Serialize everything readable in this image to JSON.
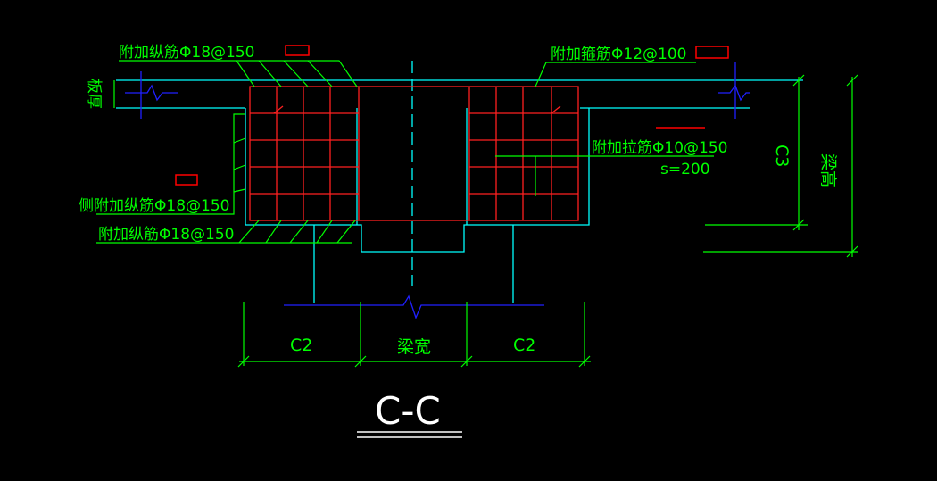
{
  "colors": {
    "background": "#000000",
    "rebar": "#ff2020",
    "outline": "#00ffff",
    "dimension": "#00ff00",
    "break_line": "#2020ff",
    "title": "#ffffff",
    "marker": "#ff0000"
  },
  "labels": {
    "top_left_rebar": "附加纵筋Φ18@150",
    "top_right_stirrup": "附加箍筋Φ12@100",
    "tie_bar": "附加拉筋Φ10@150",
    "tie_spacing": "s=200",
    "side_rebar": "侧附加纵筋Φ18@150",
    "bottom_left_rebar": "附加纵筋Φ18@150",
    "slab_thickness": "板厚",
    "dim_c3": "C3",
    "dim_beam_height": "梁高",
    "dim_c2_left": "C2",
    "dim_beam_width": "梁宽",
    "dim_c2_right": "C2"
  },
  "section_title": "C-C"
}
